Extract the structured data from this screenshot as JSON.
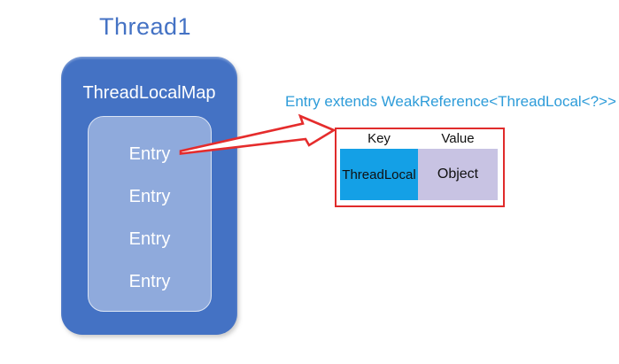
{
  "diagram": {
    "thread_title": "Thread1",
    "map_label": "ThreadLocalMap",
    "entries": [
      "Entry",
      "Entry",
      "Entry",
      "Entry"
    ],
    "caption": "Entry extends WeakReference<ThreadLocal<?>>",
    "entry_table": {
      "headers": [
        "Key",
        "Value"
      ],
      "row": {
        "key": "ThreadLocal",
        "value": "Object"
      }
    },
    "colors": {
      "outer_box_blue": "#4472C4",
      "inner_box_blue": "#8FAADC",
      "title_text_blue": "#4472C4",
      "caption_text_blue": "#2E9CD9",
      "key_cell_blue": "#14A0E6",
      "value_cell_lavender": "#C8C3E3",
      "table_border_red": "#E02B2B",
      "arrow_red": "#E52C2C",
      "entry_text_white": "#FFFFFF",
      "table_text_black": "#101010"
    }
  }
}
